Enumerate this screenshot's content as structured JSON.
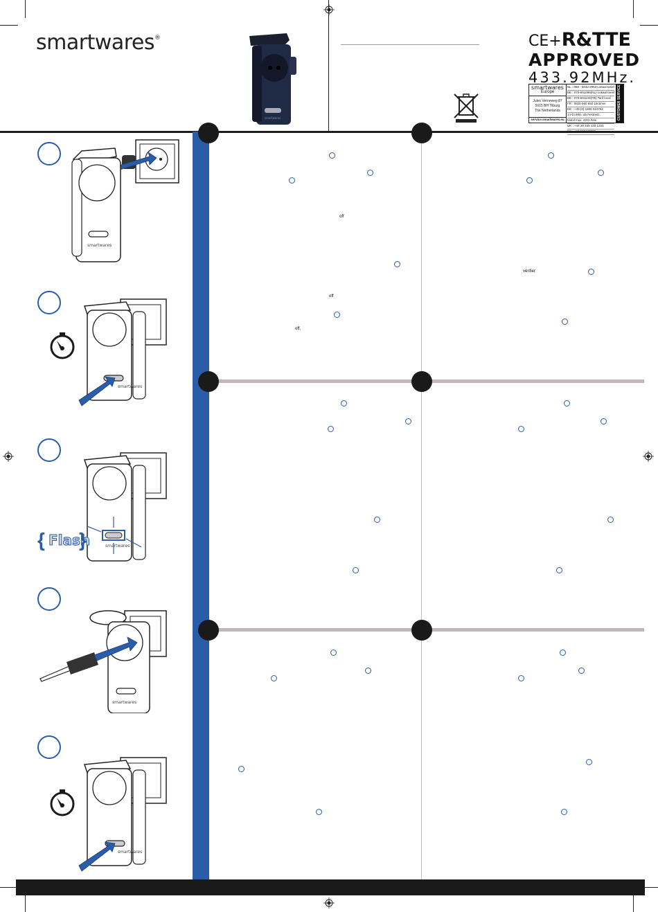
{
  "header": {
    "brand": "smartwares",
    "brand_mark": "®",
    "rtte_line1": "R&TTE",
    "ce_mark": "CE+",
    "rtte_line2": "APPROVED",
    "frequency": "433.92MHz."
  },
  "support_box": {
    "brand": "smartwares",
    "region": "Europe",
    "address_line1": "Jules Verneweg 87",
    "address_line2": "5015 BH Tilburg",
    "address_line3": "The Netherlands",
    "website": "service.smartwares.eu",
    "phones": [
      "NL : 088 - 5642 2953     Lokaal tarief",
      "BE : 070-691099(NL)   Lokaal tarief",
      "BE : 070-691140(FR)   Tarif local",
      "FR : 0825 560 650      15ct/min",
      "DE : +49 (0) 1805 010762",
      "       14 Ct./Min. ab Festnetz,",
      "       Mobil max. 42Ct./Min",
      "UK : +44 20 345 130 1331",
      "ES : +34 938427586"
    ],
    "tab_label": "CUSTOMER SERVICE"
  },
  "body_words": {
    "off1": "off",
    "off2": "off",
    "off3": "off,",
    "verifier": "vérifier"
  },
  "flash_label": "Flash",
  "icons": {
    "registration_mark": "crosshair-registration-icon",
    "weee": "crossed-out-bin-icon",
    "timer": "stopwatch-icon"
  },
  "colors": {
    "accent_blue": "#2a5ca8",
    "divider_gray": "#bfb8b6",
    "dark": "#1a1a1a"
  }
}
